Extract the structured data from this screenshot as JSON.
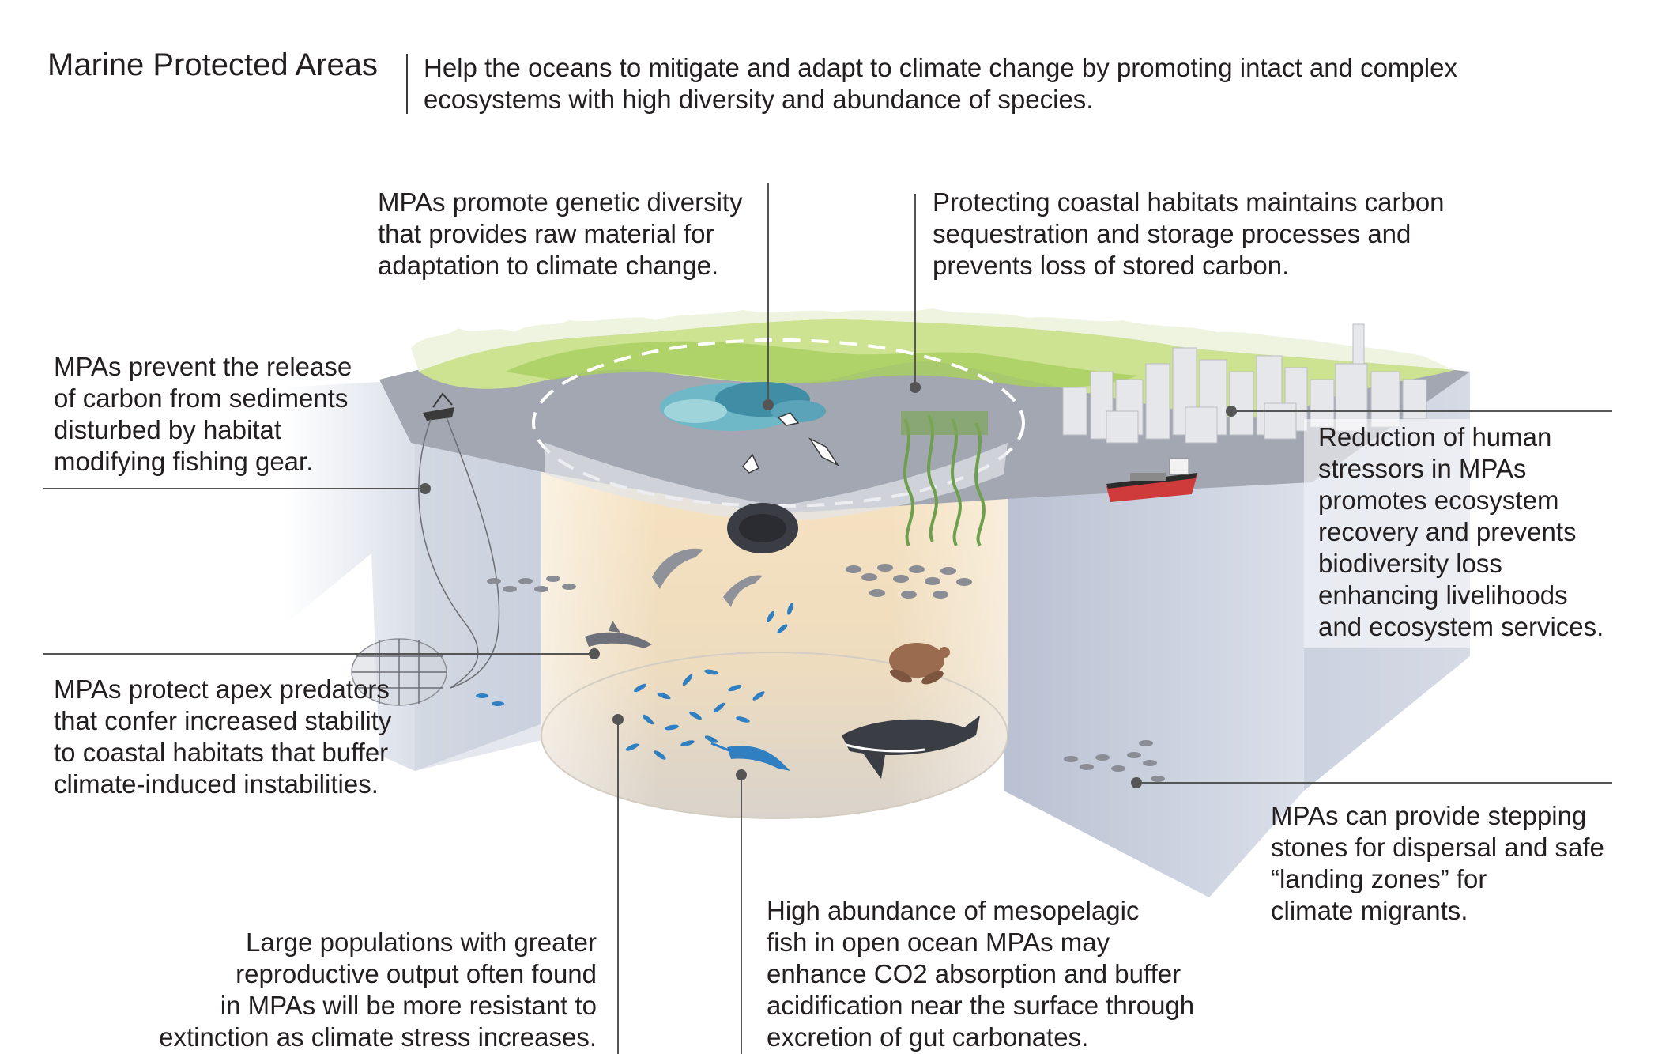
{
  "title": "Marine Protected Areas",
  "subtitle": "Help the oceans to mitigate and adapt to climate change by promoting intact and complex\necosystems with high diversity and abundance of species.",
  "callouts": {
    "genetic_diversity": "MPAs promote genetic diversity\nthat provides raw material for\nadaptation to climate change.",
    "coastal_habitats": "Protecting coastal habitats maintains carbon\nsequestration and storage processes and\nprevents loss of stored carbon.",
    "sediments": "MPAs prevent the release\nof carbon from sediments\ndisturbed by habitat\nmodifying fishing gear.",
    "human_stressors": "Reduction of human\nstressors in MPAs\npromotes ecosystem\nrecovery and prevents\nbiodiversity loss\nenhancing livelihoods\nand ecosystem services.",
    "apex_predators": "MPAs protect apex predators\nthat confer increased stability\nto coastal habitats that buffer\nclimate-induced instabilities.",
    "stepping_stones": "MPAs can provide stepping\nstones for dispersal and safe\n“landing zones” for\nclimate migrants.",
    "large_populations": "Large populations with greater\nreproductive output often found\nin MPAs will be more resistant to\nextinction as climate stress increases.",
    "mesopelagic": "High abundance of mesopelagic\nfish in open ocean MPAs may\nenhance CO2 absorption and buffer\nacidification near the surface through\nexcretion of gut carbonates."
  },
  "colors": {
    "text": "#231f20",
    "leader_line": "#555555",
    "water_surface": "#9ea3ad",
    "land": "#c8e08c",
    "land_dark": "#a6cd5f",
    "ocean_block": "#c9cfdc",
    "cylinder": "#f5dfb9",
    "fish_gray": "#8a8d95",
    "fish_blue": "#2f7fc1",
    "dark_animal": "#3b3d44"
  },
  "icons": [
    "fishing-boat-icon",
    "trawl-net-icon",
    "coral-reef-icon",
    "seagrass-icon",
    "seabird-icon",
    "cargo-ship-icon",
    "city-buildings-icon",
    "dolphin-icon",
    "shark-icon",
    "sea-turtle-icon",
    "whale-icon",
    "marlin-icon",
    "fish-school-icon",
    "sardine-ball-icon"
  ]
}
